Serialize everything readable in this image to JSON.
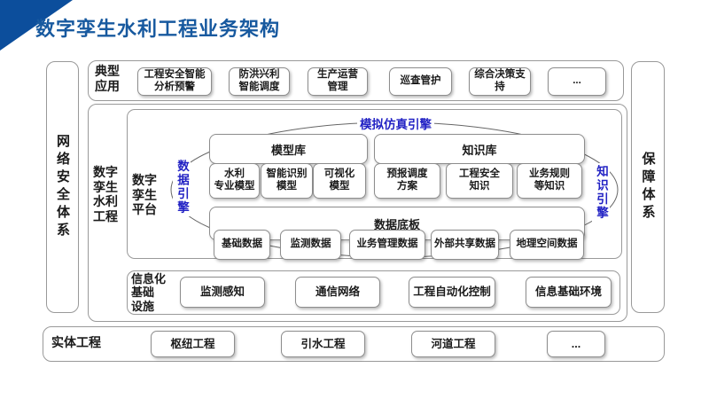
{
  "title": "数字孪生水利工程业务架构",
  "colors": {
    "title_blue": "#17599F",
    "banner_blue": "#0C4E9C",
    "engine_blue": "#2222C4",
    "border_gray": "#999999"
  },
  "side_bars": {
    "left": "网络安全体系",
    "right": "保障体系"
  },
  "typical_apps": {
    "label": "典型\n应用",
    "items": [
      "工程安全智能\n分析预警",
      "防洪兴利\n智能调度",
      "生产运营\n管理",
      "巡查管护",
      "综合决策支持",
      "..."
    ]
  },
  "twin_project": {
    "label": "数字\n孪生\n水利\n工程"
  },
  "platform": {
    "label": "数字\n孪生\n平台"
  },
  "engines": {
    "simulation": "模拟仿真引擎",
    "data": "数据引擎",
    "knowledge": "知识引擎"
  },
  "model_library": {
    "label": "模型库",
    "items": [
      "水利\n专业模型",
      "智能识别\n模型",
      "可视化\n模型"
    ]
  },
  "knowledge_library": {
    "label": "知识库",
    "items": [
      "预报调度\n方案",
      "工程安全\n知识",
      "业务规则\n等知识"
    ]
  },
  "data_board": {
    "label": "数据底板",
    "items": [
      "基础数据",
      "监测数据",
      "业务管理数据",
      "外部共享数据",
      "地理空间数据"
    ]
  },
  "infrastructure": {
    "label": "信息化\n基础\n设施",
    "items": [
      "监测感知",
      "通信网络",
      "工程自动化控制",
      "信息基础环境"
    ]
  },
  "physical_projects": {
    "label": "实体工程",
    "items": [
      "枢纽工程",
      "引水工程",
      "河道工程",
      "..."
    ]
  }
}
